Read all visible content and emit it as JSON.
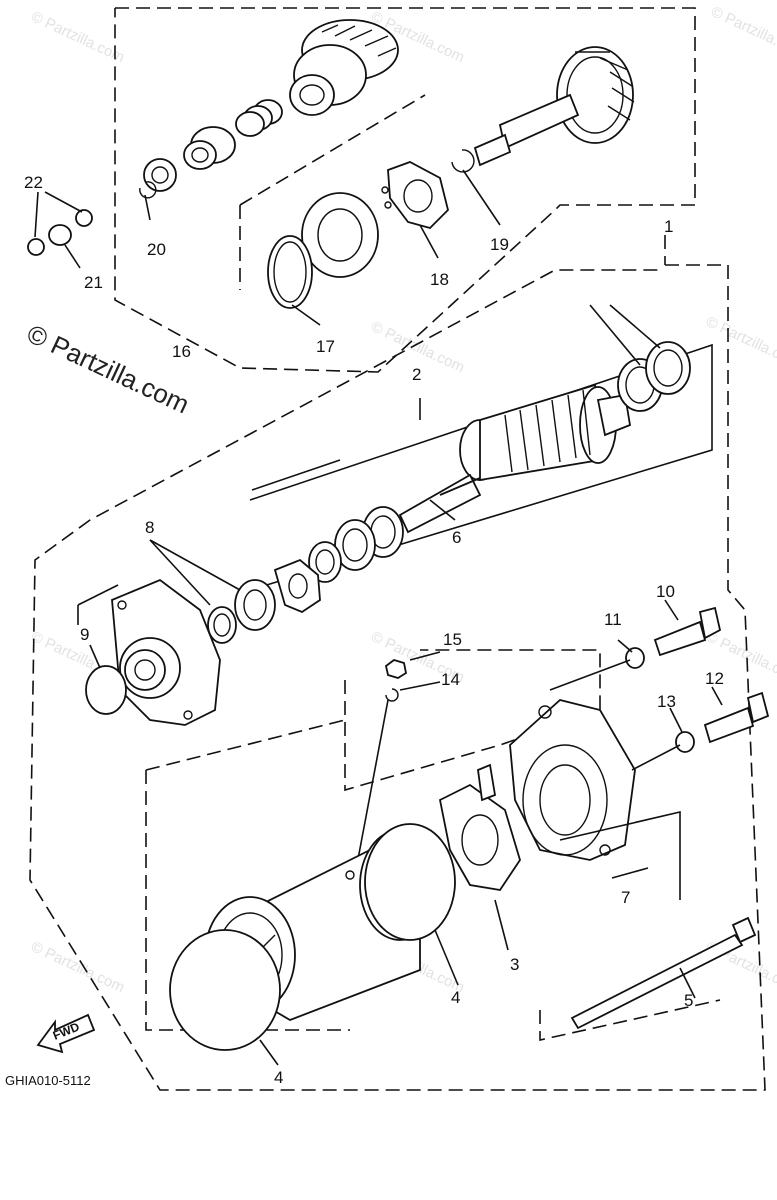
{
  "watermark": {
    "big_text": "© Partzilla.com",
    "small_text": "© Partzilla.com"
  },
  "diagram_code": "GHIA010-5112",
  "fwd_label": "FWD",
  "callouts": [
    {
      "id": "c1",
      "text": "1"
    },
    {
      "id": "c2",
      "text": "2"
    },
    {
      "id": "c3",
      "text": "3"
    },
    {
      "id": "c4a",
      "text": "4"
    },
    {
      "id": "c4b",
      "text": "4"
    },
    {
      "id": "c5",
      "text": "5"
    },
    {
      "id": "c6",
      "text": "6"
    },
    {
      "id": "c7",
      "text": "7"
    },
    {
      "id": "c8",
      "text": "8"
    },
    {
      "id": "c9",
      "text": "9"
    },
    {
      "id": "c10",
      "text": "10"
    },
    {
      "id": "c11",
      "text": "11"
    },
    {
      "id": "c12",
      "text": "12"
    },
    {
      "id": "c13",
      "text": "13"
    },
    {
      "id": "c14",
      "text": "14"
    },
    {
      "id": "c15",
      "text": "15"
    },
    {
      "id": "c16",
      "text": "16"
    },
    {
      "id": "c17",
      "text": "17"
    },
    {
      "id": "c18",
      "text": "18"
    },
    {
      "id": "c19",
      "text": "19"
    },
    {
      "id": "c20",
      "text": "20"
    },
    {
      "id": "c21",
      "text": "21"
    },
    {
      "id": "c22",
      "text": "22"
    }
  ]
}
